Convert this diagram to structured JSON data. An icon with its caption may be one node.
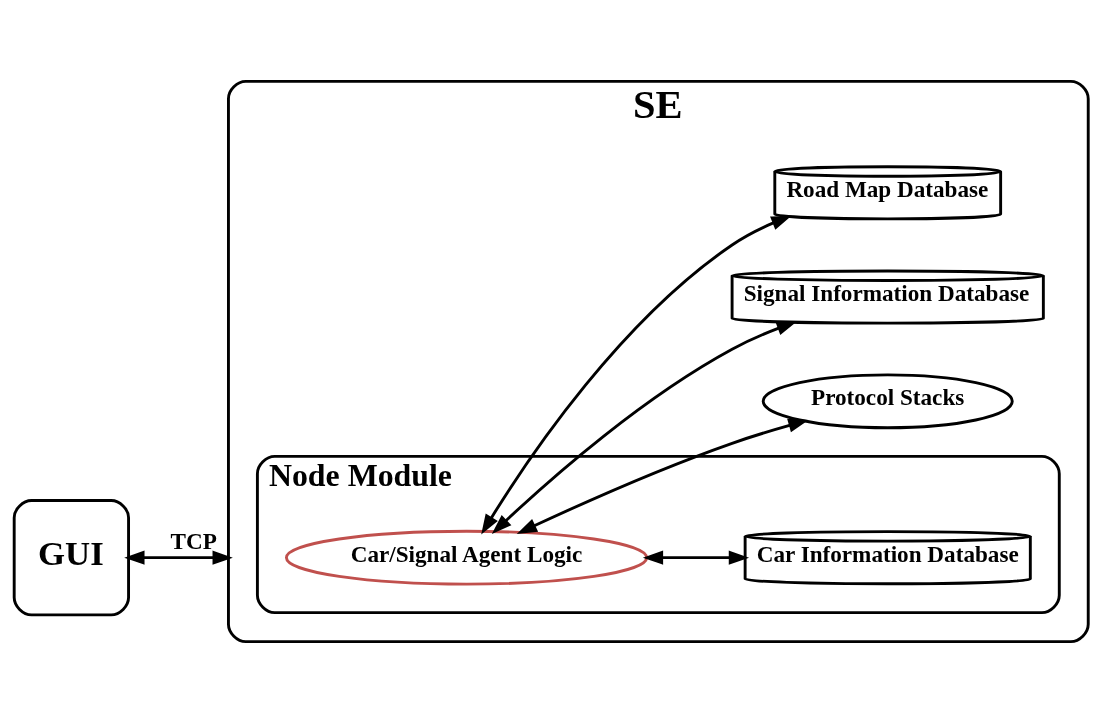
{
  "diagram": {
    "nodes": [
      {
        "text": [
          "GUI"
        ]
      },
      {
        "text": [
          "SE"
        ]
      },
      {
        "text": [
          "Node Module"
        ],
        "in": 1
      },
      {
        "text": [
          "Car/Signal Agent Logic"
        ],
        "in": 2
      },
      {
        "text": [
          "Car Information Database"
        ],
        "in": 2
      },
      {
        "text": [
          "Protocol Stacks"
        ],
        "in": 1
      },
      {
        "text": [
          "Signal Information Database"
        ],
        "in": 1
      },
      {
        "text": [
          "Road Map Database"
        ],
        "in": 1
      }
    ],
    "edges": [
      {
        "from": 0,
        "to": 1,
        "arrow": "both",
        "label": "TCP"
      },
      {
        "from": 3,
        "to": 4,
        "arrow": "both"
      },
      {
        "from": 3,
        "to": 5,
        "arrow": "both"
      },
      {
        "from": 3,
        "to": 6,
        "arrow": "both"
      },
      {
        "from": 3,
        "to": 7,
        "arrow": "both"
      }
    ]
  }
}
